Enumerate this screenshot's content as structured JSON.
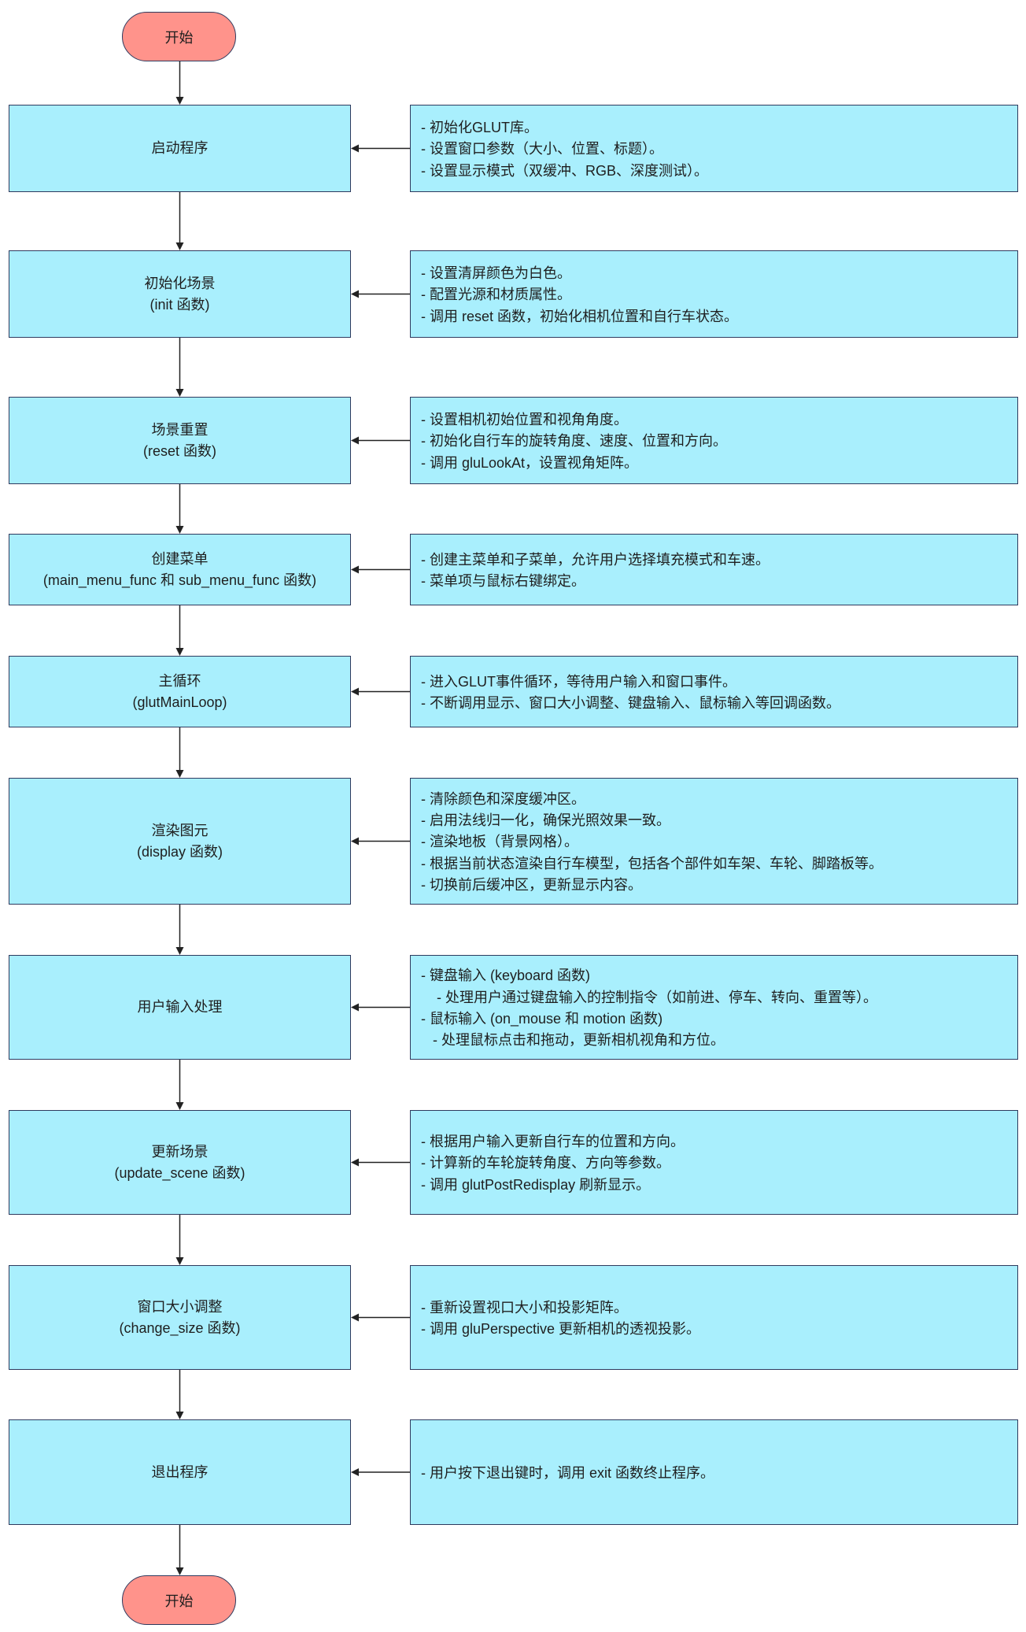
{
  "diagram": {
    "start": {
      "label": "开始"
    },
    "end": {
      "label": "开始"
    },
    "steps": [
      {
        "title": "启动程序",
        "details": [
          "- 初始化GLUT库。",
          "- 设置窗口参数（大小、位置、标题）。",
          "- 设置显示模式（双缓冲、RGB、深度测试）。"
        ]
      },
      {
        "title": "初始化场景",
        "subtitle": "(init 函数)",
        "details": [
          "- 设置清屏颜色为白色。",
          "- 配置光源和材质属性。",
          "- 调用 reset 函数，初始化相机位置和自行车状态。"
        ]
      },
      {
        "title": "场景重置",
        "subtitle": "(reset 函数)",
        "details": [
          "- 设置相机初始位置和视角角度。",
          "- 初始化自行车的旋转角度、速度、位置和方向。",
          "- 调用 gluLookAt，设置视角矩阵。"
        ]
      },
      {
        "title": "创建菜单",
        "subtitle": "(main_menu_func 和 sub_menu_func 函数)",
        "details": [
          "- 创建主菜单和子菜单，允许用户选择填充模式和车速。",
          "- 菜单项与鼠标右键绑定。"
        ]
      },
      {
        "title": "主循环",
        "subtitle": "(glutMainLoop)",
        "details": [
          "- 进入GLUT事件循环，等待用户输入和窗口事件。",
          "- 不断调用显示、窗口大小调整、键盘输入、鼠标输入等回调函数。"
        ]
      },
      {
        "title": "渲染图元",
        "subtitle": "(display 函数)",
        "details": [
          "- 清除颜色和深度缓冲区。",
          "- 启用法线归一化，确保光照效果一致。",
          "- 渲染地板（背景网格）。",
          "- 根据当前状态渲染自行车模型，包括各个部件如车架、车轮、脚踏板等。",
          "- 切换前后缓冲区，更新显示内容。"
        ]
      },
      {
        "title": "用户输入处理",
        "details": [
          "- 键盘输入 (keyboard 函数)",
          "    - 处理用户通过键盘输入的控制指令（如前进、停车、转向、重置等）。",
          "- 鼠标输入 (on_mouse 和 motion 函数)",
          "   - 处理鼠标点击和拖动，更新相机视角和方位。"
        ]
      },
      {
        "title": "更新场景",
        "subtitle": "(update_scene 函数)",
        "details": [
          "- 根据用户输入更新自行车的位置和方向。",
          "- 计算新的车轮旋转角度、方向等参数。",
          "- 调用 glutPostRedisplay 刷新显示。"
        ]
      },
      {
        "title": "窗口大小调整",
        "subtitle": "(change_size 函数)",
        "details": [
          "- 重新设置视口大小和投影矩阵。",
          "- 调用 gluPerspective 更新相机的透视投影。"
        ]
      },
      {
        "title": "退出程序",
        "details": [
          "- 用户按下退出键时，调用 exit 函数终止程序。"
        ]
      }
    ]
  },
  "colors": {
    "step_fill": "#A9EFFD",
    "terminal_fill": "#FF938B",
    "border": "#2E3A5E",
    "arrow": "#222222",
    "text": "#1E1E1E"
  }
}
